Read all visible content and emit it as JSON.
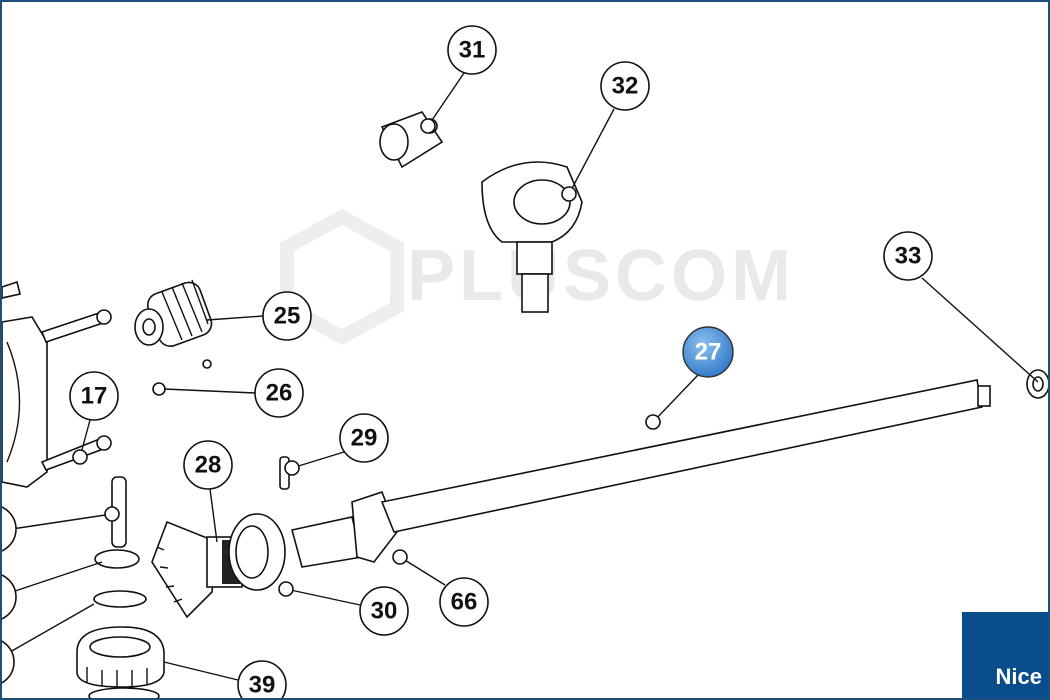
{
  "watermark": "PLUSCOM",
  "brand_logo": "Nice",
  "highlight_color": "#4a90d9",
  "border_color": "#1d4f7a",
  "callouts": [
    {
      "label": "31"
    },
    {
      "label": "32"
    },
    {
      "label": "33"
    },
    {
      "label": "25"
    },
    {
      "label": "26"
    },
    {
      "label": "17"
    },
    {
      "label": "29"
    },
    {
      "label": "28"
    },
    {
      "label": "27",
      "highlighted": true
    },
    {
      "label": "30"
    },
    {
      "label": "66"
    },
    {
      "label": "39"
    }
  ]
}
